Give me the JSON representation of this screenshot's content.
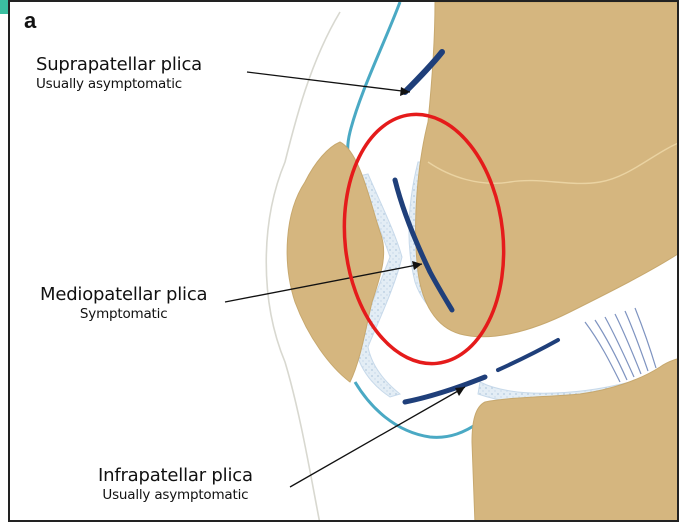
{
  "panel_letter": "a",
  "labels": {
    "suprapatellar": {
      "name": "Suprapatellar plica",
      "note": "Usually asymptomatic"
    },
    "mediopatellar": {
      "name": "Mediopatellar plica",
      "note": "Symptomatic"
    },
    "infrapatellar": {
      "name": "Infrapatellar plica",
      "note": "Usually asymptomatic"
    }
  },
  "colors": {
    "bone": "#d5b67f",
    "synovium_outline": "#4aa9c4",
    "plica": "#1f3f7a",
    "cartilage": "#dbe8f2",
    "highlight_circle": "#e51b1b"
  }
}
